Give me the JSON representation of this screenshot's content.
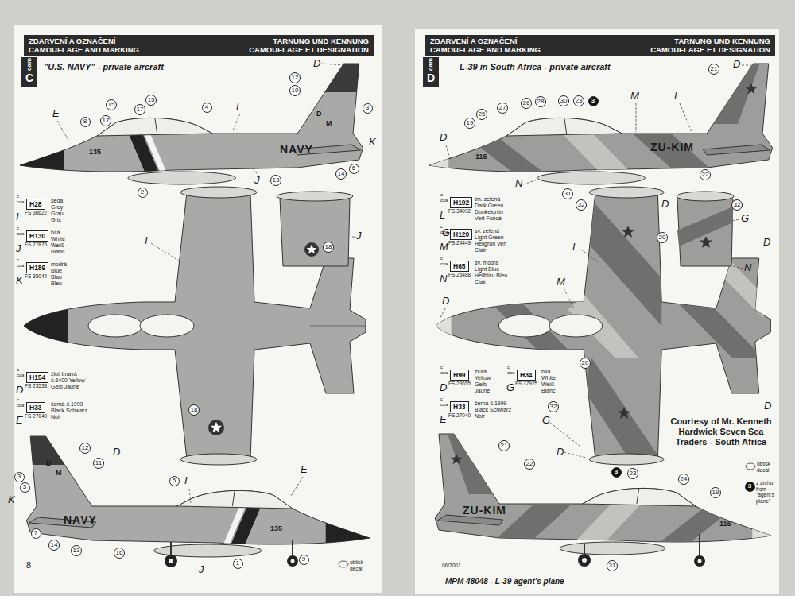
{
  "diagram": {
    "nodes": [
      {
        "text": [
          "ZBARVENÍ A OZNAČENÍ",
          "CAMOUFLAGE AND MARKING",
          "TARNUNG UND KENNUNG",
          "CAMOUFLAGE ET DESIGNATION"
        ]
      },
      {
        "text": [
          "cam",
          "C"
        ]
      },
      {
        "text": [
          "12"
        ]
      },
      {
        "text": [
          "10"
        ]
      },
      {
        "text": [
          "3"
        ]
      },
      {
        "text": [
          "15"
        ]
      },
      {
        "text": [
          "15"
        ]
      },
      {
        "text": [
          "4"
        ]
      },
      {
        "text": [
          "8"
        ]
      },
      {
        "text": [
          "17"
        ]
      },
      {
        "text": [
          "17"
        ]
      },
      {
        "text": [
          "2"
        ]
      },
      {
        "text": [
          "13"
        ]
      },
      {
        "text": [
          "14"
        ]
      },
      {
        "text": [
          "6"
        ]
      },
      {
        "text": [
          "18"
        ]
      },
      {
        "text": [
          "18"
        ]
      },
      {
        "text": [
          "12"
        ]
      },
      {
        "text": [
          "11"
        ]
      },
      {
        "text": [
          "3"
        ]
      },
      {
        "text": [
          "3"
        ]
      },
      {
        "text": [
          "5"
        ]
      },
      {
        "text": [
          "7"
        ]
      },
      {
        "text": [
          "14"
        ]
      },
      {
        "text": [
          "13"
        ]
      },
      {
        "text": [
          "16"
        ]
      },
      {
        "text": [
          "1"
        ]
      },
      {
        "text": [
          "9"
        ]
      },
      {
        "text": [
          "H28"
        ]
      },
      {
        "text": [
          "H130"
        ]
      },
      {
        "text": [
          "H189"
        ]
      },
      {
        "text": [
          "H154"
        ]
      },
      {
        "text": [
          "H33"
        ]
      },
      {
        "text": [
          "ZBARVENÍ A OZNAČENÍ",
          "CAMOUFLAGE AND MARKING",
          "TARNUNG UND KENNUNG",
          "CAMOUFLAGE ET DESIGNATION"
        ]
      },
      {
        "text": [
          "cam",
          "D"
        ]
      },
      {
        "text": [
          "21"
        ]
      },
      {
        "text": [
          "19"
        ]
      },
      {
        "text": [
          "25"
        ]
      },
      {
        "text": [
          "27"
        ]
      },
      {
        "text": [
          "26"
        ]
      },
      {
        "text": [
          "28"
        ]
      },
      {
        "text": [
          "30"
        ]
      },
      {
        "text": [
          "23"
        ]
      },
      {
        "text": [
          "3"
        ]
      },
      {
        "text": [
          "22"
        ]
      },
      {
        "text": [
          "31"
        ]
      },
      {
        "text": [
          "32"
        ]
      },
      {
        "text": [
          "20"
        ]
      },
      {
        "text": [
          "32"
        ]
      },
      {
        "text": [
          "20"
        ]
      },
      {
        "text": [
          "32"
        ]
      },
      {
        "text": [
          "21"
        ]
      },
      {
        "text": [
          "22"
        ]
      },
      {
        "text": [
          "3"
        ]
      },
      {
        "text": [
          "23"
        ]
      },
      {
        "text": [
          "24"
        ]
      },
      {
        "text": [
          "19"
        ]
      },
      {
        "text": [
          "31"
        ]
      },
      {
        "text": [
          "3"
        ]
      },
      {
        "text": [
          "H192"
        ]
      },
      {
        "text": [
          "H120"
        ]
      },
      {
        "text": [
          "H65"
        ]
      },
      {
        "text": [
          "H99"
        ]
      },
      {
        "text": [
          "H34"
        ]
      },
      {
        "text": [
          "H33"
        ]
      }
    ],
    "labels": [
      "\"U.S. NAVY\" - private aircraft",
      "D",
      "I",
      "E",
      "K",
      "J",
      "NAVY",
      "135",
      "D",
      "M",
      "I",
      "J",
      "D",
      "I",
      "E",
      "K",
      "J",
      "NAVY",
      "135",
      "D",
      "M",
      "8",
      "obtisk decal",
      "c cca",
      "FS 36622",
      "I",
      "šedá Grey Grau Gris",
      "c cca",
      "FS 27875",
      "J",
      "bílá White Weiß Blanc",
      "c cca",
      "FS 35044",
      "K",
      "modrá Blue Blau Bleu",
      "c cca",
      "FS 23538",
      "D",
      "žluť tmavá č.6400 Yellow Gelb Jaune",
      "c cca",
      "FS 27040",
      "E",
      "černá č.1999 Black Schwarz Noir",
      "L-39 in South Africa - private aircraft",
      "D",
      "M",
      "L",
      "D",
      "ZU-KIM",
      "116",
      "N",
      "D",
      "L",
      "M",
      "D",
      "G",
      "G",
      "D",
      "N",
      "G",
      "D",
      "D",
      "Courtesy of Mr. Kenneth Hardwick Seven Sea Traders - South Africa",
      "ZU-KIM",
      "116",
      "obtisk decal",
      "z archu from \"agent's plane\"",
      "06/2001",
      "MPM 48048 - L-39 agent's plane",
      "c cca",
      "FS 34092",
      "L",
      "tm. zelená Dark Green Dunkelgrün Vert Foncé",
      "c cca",
      "FS 24449",
      "M",
      "sv. zelená Light Green Hellgrün Vert Clair",
      "c cca",
      "FS 25488",
      "N",
      "sv. modrá Light Blue Hellblau Bleu Clair",
      "c cca",
      "FS 23655",
      "D",
      "žlutá Yellow Gelb Jaune",
      "c cca",
      "FS 37925",
      "G",
      "bílá White Weiß Blanc",
      "c cca",
      "FS 27040",
      "E",
      "černá č.1999 Black Schwarz Noir"
    ]
  }
}
